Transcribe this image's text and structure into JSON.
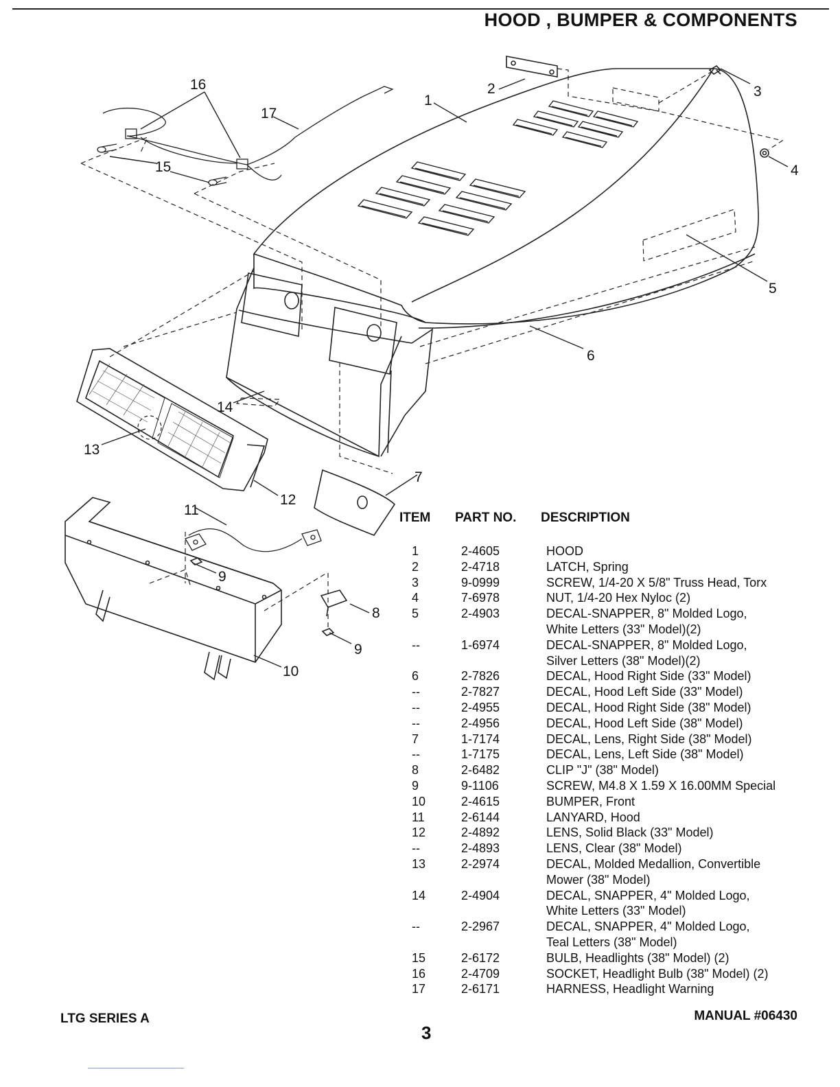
{
  "header": {
    "title": "HOOD , BUMPER & COMPONENTS"
  },
  "callouts": [
    "1",
    "2",
    "3",
    "4",
    "5",
    "6",
    "7",
    "8",
    "9",
    "9",
    "10",
    "11",
    "12",
    "13",
    "14",
    "15",
    "16",
    "17"
  ],
  "table": {
    "headers": {
      "item": "ITEM",
      "part": "PART NO.",
      "desc": "DESCRIPTION"
    },
    "rows": [
      {
        "item": "1",
        "part": "2-4605",
        "desc": [
          "HOOD"
        ]
      },
      {
        "item": "2",
        "part": "2-4718",
        "desc": [
          "LATCH, Spring"
        ]
      },
      {
        "item": "3",
        "part": "9-0999",
        "desc": [
          "SCREW, 1/4-20 X 5/8\" Truss Head, Torx"
        ]
      },
      {
        "item": "4",
        "part": "7-6978",
        "desc": [
          "NUT, 1/4-20 Hex Nyloc (2)"
        ]
      },
      {
        "item": "5",
        "part": "2-4903",
        "desc": [
          "DECAL-SNAPPER, 8\" Molded Logo,",
          "White Letters (33\" Model)(2)"
        ]
      },
      {
        "item": "--",
        "part": "1-6974",
        "desc": [
          "DECAL-SNAPPER, 8\" Molded Logo,",
          "Silver Letters (38\" Model)(2)"
        ]
      },
      {
        "item": "6",
        "part": "2-7826",
        "desc": [
          "DECAL, Hood Right Side (33\" Model)"
        ]
      },
      {
        "item": "--",
        "part": "2-7827",
        "desc": [
          "DECAL, Hood Left Side (33\" Model)"
        ]
      },
      {
        "item": "--",
        "part": "2-4955",
        "desc": [
          "DECAL, Hood Right Side (38\" Model)"
        ]
      },
      {
        "item": "--",
        "part": "2-4956",
        "desc": [
          "DECAL, Hood Left Side (38\" Model)"
        ]
      },
      {
        "item": "7",
        "part": "1-7174",
        "desc": [
          "DECAL, Lens, Right Side (38\" Model)"
        ]
      },
      {
        "item": "--",
        "part": "1-7175",
        "desc": [
          "DECAL, Lens, Left Side (38\" Model)"
        ]
      },
      {
        "item": "8",
        "part": "2-6482",
        "desc": [
          "CLIP \"J\" (38\" Model)"
        ]
      },
      {
        "item": "9",
        "part": "9-1106",
        "desc": [
          "SCREW, M4.8 X 1.59 X 16.00MM Special"
        ]
      },
      {
        "item": "10",
        "part": "2-4615",
        "desc": [
          "BUMPER, Front"
        ]
      },
      {
        "item": "11",
        "part": "2-6144",
        "desc": [
          "LANYARD, Hood"
        ]
      },
      {
        "item": "12",
        "part": "2-4892",
        "desc": [
          "LENS, Solid Black (33\" Model)"
        ]
      },
      {
        "item": "--",
        "part": "2-4893",
        "desc": [
          "LENS, Clear (38\" Model)"
        ]
      },
      {
        "item": "13",
        "part": "2-2974",
        "desc": [
          "DECAL, Molded Medallion, Convertible",
          "Mower (38\" Model)"
        ]
      },
      {
        "item": "14",
        "part": "2-4904",
        "desc": [
          "DECAL, SNAPPER, 4\" Molded Logo,",
          "White Letters (33\" Model)"
        ]
      },
      {
        "item": "--",
        "part": "2-2967",
        "desc": [
          "DECAL, SNAPPER, 4\" Molded Logo,",
          "Teal Letters (38\" Model)"
        ]
      },
      {
        "item": "15",
        "part": "2-6172",
        "desc": [
          "BULB, Headlights (38\" Model) (2)"
        ]
      },
      {
        "item": "16",
        "part": "2-4709",
        "desc": [
          "SOCKET, Headlight Bulb (38\" Model) (2)"
        ]
      },
      {
        "item": "17",
        "part": "2-6171",
        "desc": [
          "HARNESS, Headlight Warning"
        ]
      }
    ]
  },
  "footer": {
    "series": "LTG SERIES A",
    "manual": "MANUAL #06430",
    "page": "3"
  }
}
